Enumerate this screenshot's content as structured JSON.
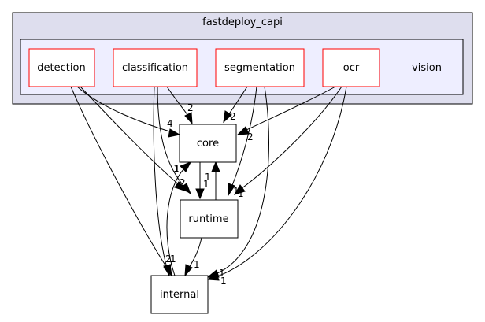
{
  "clusters": {
    "outer": {
      "label": "fastdeploy_capi"
    },
    "inner": {
      "label": "vision"
    }
  },
  "nodes": {
    "detection": "detection",
    "classification": "classification",
    "segmentation": "segmentation",
    "ocr": "ocr",
    "core": "core",
    "runtime": "runtime",
    "internal": "internal"
  },
  "edges": [
    {
      "from": "detection",
      "to": "core",
      "label": "4"
    },
    {
      "from": "detection",
      "to": "runtime",
      "label": "2"
    },
    {
      "from": "detection",
      "to": "internal",
      "label": "2"
    },
    {
      "from": "classification",
      "to": "core",
      "label": "2"
    },
    {
      "from": "classification",
      "to": "runtime",
      "label": "1"
    },
    {
      "from": "classification",
      "to": "internal",
      "label": "1"
    },
    {
      "from": "segmentation",
      "to": "core",
      "label": "2"
    },
    {
      "from": "segmentation",
      "to": "runtime",
      "label": "1"
    },
    {
      "from": "segmentation",
      "to": "internal",
      "label": "1"
    },
    {
      "from": "ocr",
      "to": "core",
      "label": "2"
    },
    {
      "from": "ocr",
      "to": "runtime",
      "label": "1"
    },
    {
      "from": "ocr",
      "to": "internal",
      "label": "1"
    },
    {
      "from": "core",
      "to": "runtime",
      "label": "1"
    },
    {
      "from": "runtime",
      "to": "core",
      "label": "1"
    },
    {
      "from": "runtime",
      "to": "internal",
      "label": "1"
    },
    {
      "from": "internal",
      "to": "core",
      "label": "1"
    }
  ],
  "colors": {
    "outer_cluster_fill": "#dedeee",
    "inner_cluster_fill": "#eeeeff",
    "cluster_border": "#000000",
    "subdir_node_border": "#ff0000",
    "node_border": "#000000",
    "node_fill": "#ffffff",
    "edge": "#000000"
  }
}
